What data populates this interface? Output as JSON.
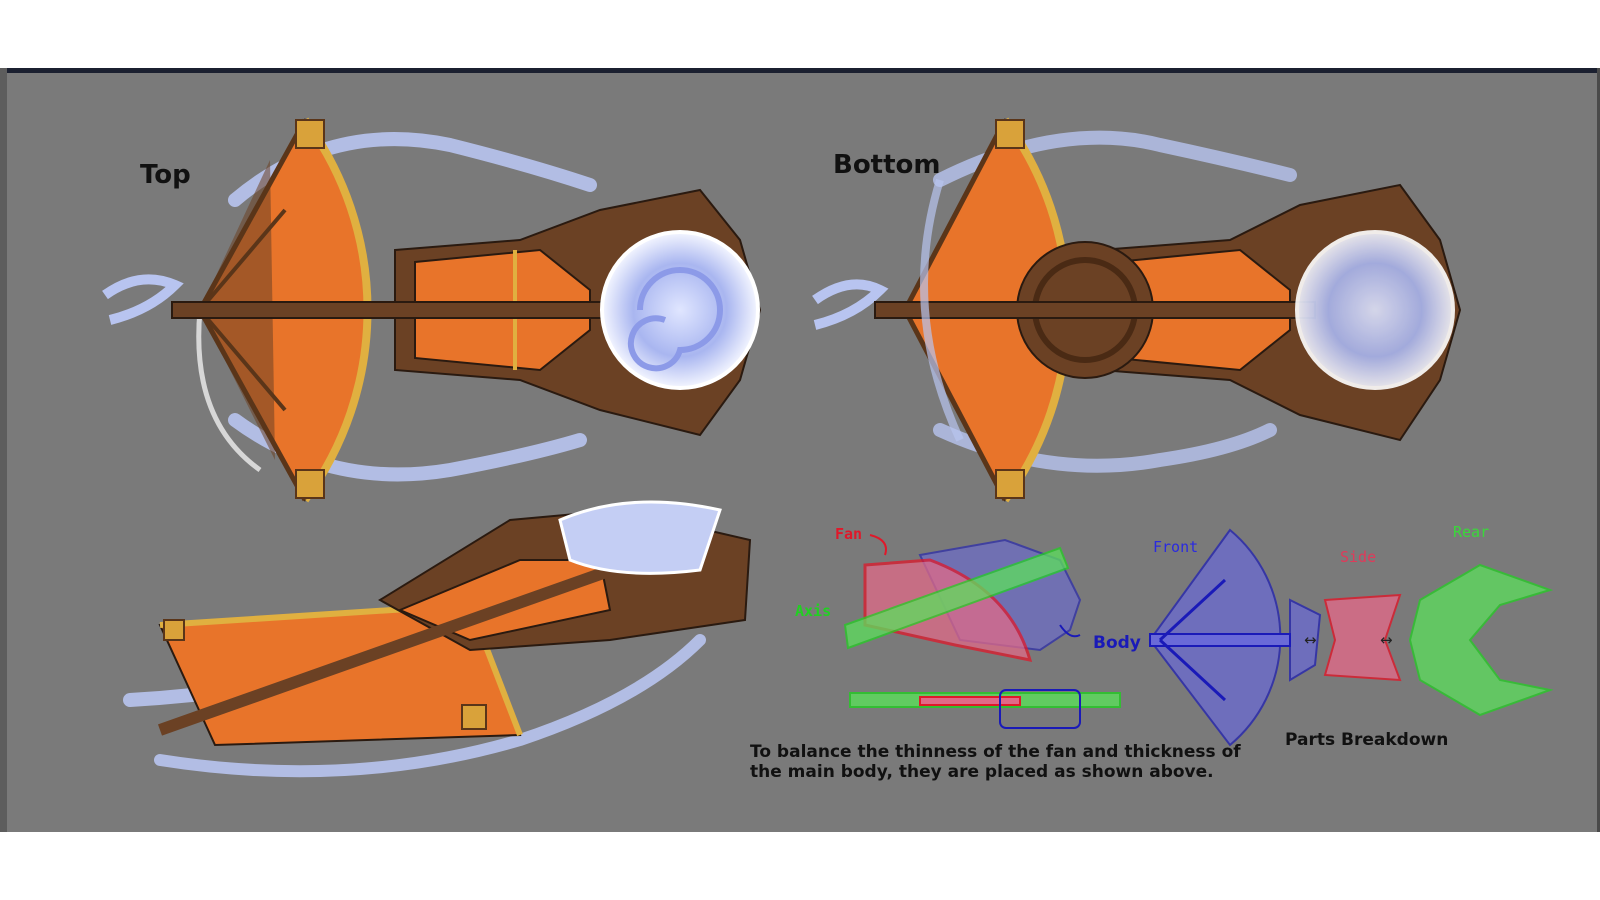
{
  "labels": {
    "top": "Top",
    "bottom": "Bottom",
    "fan": "Fan",
    "axis": "Axis",
    "body": "Body",
    "front": "Front",
    "side": "Side",
    "rear": "Rear",
    "parts_breakdown": "Parts Breakdown",
    "caption_line1": "To balance the thinness of the fan and thickness of",
    "caption_line2": "the main body, they are placed as shown above."
  },
  "colors": {
    "background": "#7a7a7a",
    "fan_orange": "#e8742a",
    "wood": "#6b4124",
    "gold": "#e0b040",
    "wind": "#b8c4f0",
    "fan_label": "#e0182a",
    "axis_label": "#22d022",
    "body_label": "#1a1ab8",
    "front_label": "#2a2ae0",
    "side_label": "#e03a5a",
    "rear_label": "#3ad83a"
  }
}
